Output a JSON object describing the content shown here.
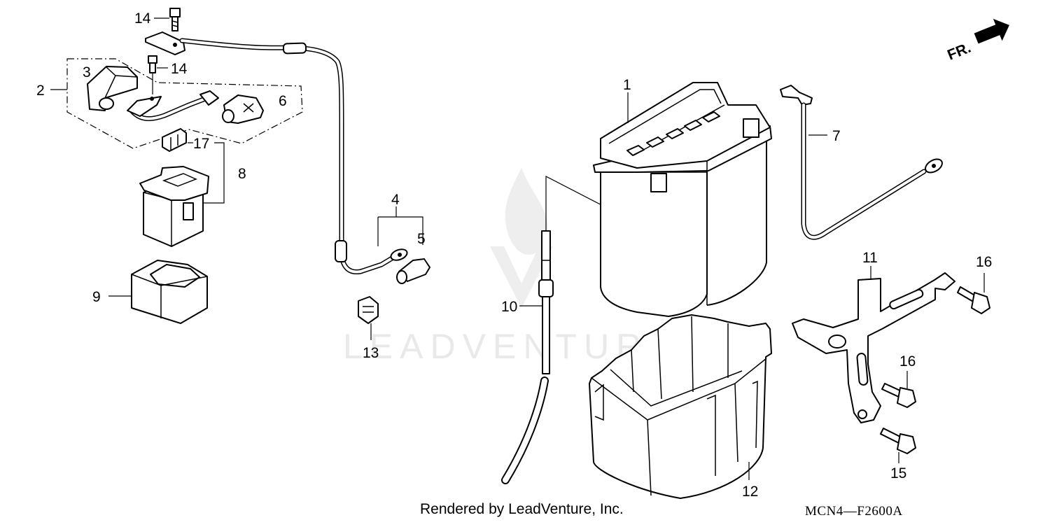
{
  "diagram": {
    "callouts": [
      {
        "id": "1",
        "label": "1"
      },
      {
        "id": "2",
        "label": "2"
      },
      {
        "id": "3",
        "label": "3"
      },
      {
        "id": "4",
        "label": "4"
      },
      {
        "id": "5",
        "label": "5"
      },
      {
        "id": "6",
        "label": "6"
      },
      {
        "id": "7",
        "label": "7"
      },
      {
        "id": "8",
        "label": "8"
      },
      {
        "id": "9",
        "label": "9"
      },
      {
        "id": "10",
        "label": "10"
      },
      {
        "id": "11",
        "label": "11"
      },
      {
        "id": "12",
        "label": "12"
      },
      {
        "id": "13",
        "label": "13"
      },
      {
        "id": "14a",
        "label": "14"
      },
      {
        "id": "14b",
        "label": "14"
      },
      {
        "id": "15",
        "label": "15"
      },
      {
        "id": "16a",
        "label": "16"
      },
      {
        "id": "16b",
        "label": "16"
      },
      {
        "id": "17",
        "label": "17"
      }
    ],
    "direction_label": "FR.",
    "watermark": "LEADVENTURE",
    "footer_text": "Rendered by LeadVenture, Inc.",
    "diagram_code": "MCN4—F2600A"
  }
}
